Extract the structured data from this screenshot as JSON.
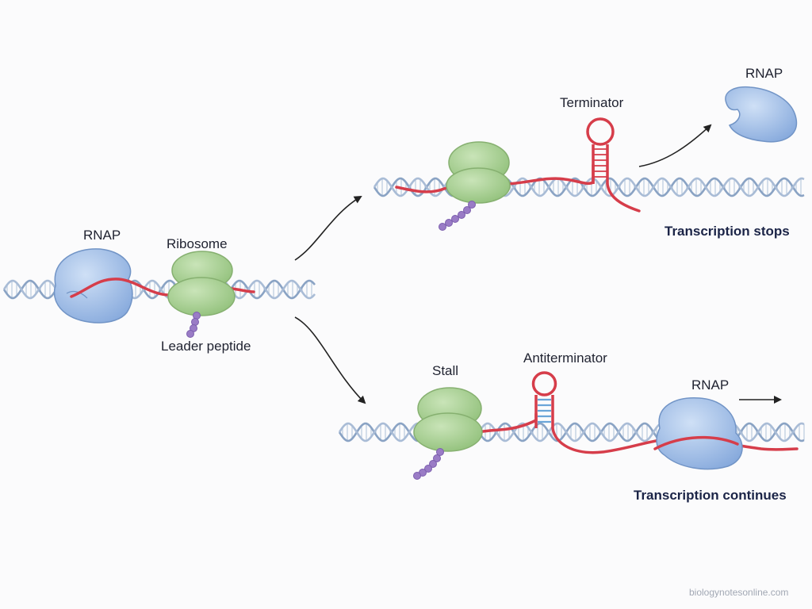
{
  "labels": {
    "rnap_left": "RNAP",
    "ribosome": "Ribosome",
    "leader_peptide": "Leader peptide",
    "terminator": "Terminator",
    "rnap_released": "RNAP",
    "transcription_stops": "Transcription stops",
    "stall": "Stall",
    "antiterminator": "Antiterminator",
    "rnap_continuing": "RNAP",
    "transcription_continues": "Transcription continues"
  },
  "watermark": "biologynotesonline.com",
  "colors": {
    "rnap": "#a9c4ea",
    "ribosome": "#a9cf96",
    "mrna": "#d63d4a",
    "dna": "#8aa3c4",
    "peptide": "#9a7cc6",
    "arrow": "#222222",
    "antiterminator_pairs": "#6aa5d8"
  }
}
